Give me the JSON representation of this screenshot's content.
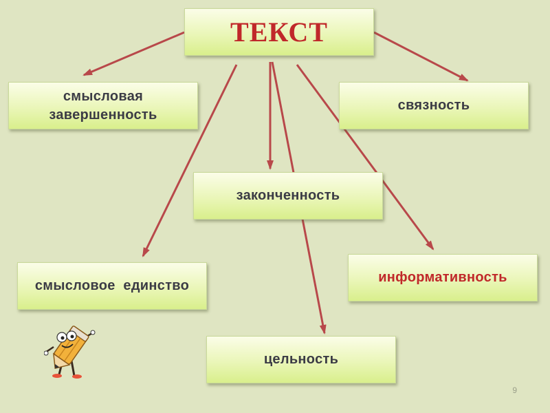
{
  "title": "ТЕКСТ",
  "nodes": {
    "meaning_completeness": "смысловая завершенность",
    "coherence": "связность",
    "completeness": "законченность",
    "semantic_unity": "смысловое  единство",
    "informativeness": "информативность",
    "integrity": "цельность"
  },
  "page_number": "9",
  "colors": {
    "background": "#dfe5c2",
    "box_fill": "#eaf6b8",
    "title_text": "#c0282a",
    "arrow": "#b8484a",
    "node_text": "#3b3b45"
  },
  "icons": [
    "pencil-mascot-icon"
  ]
}
